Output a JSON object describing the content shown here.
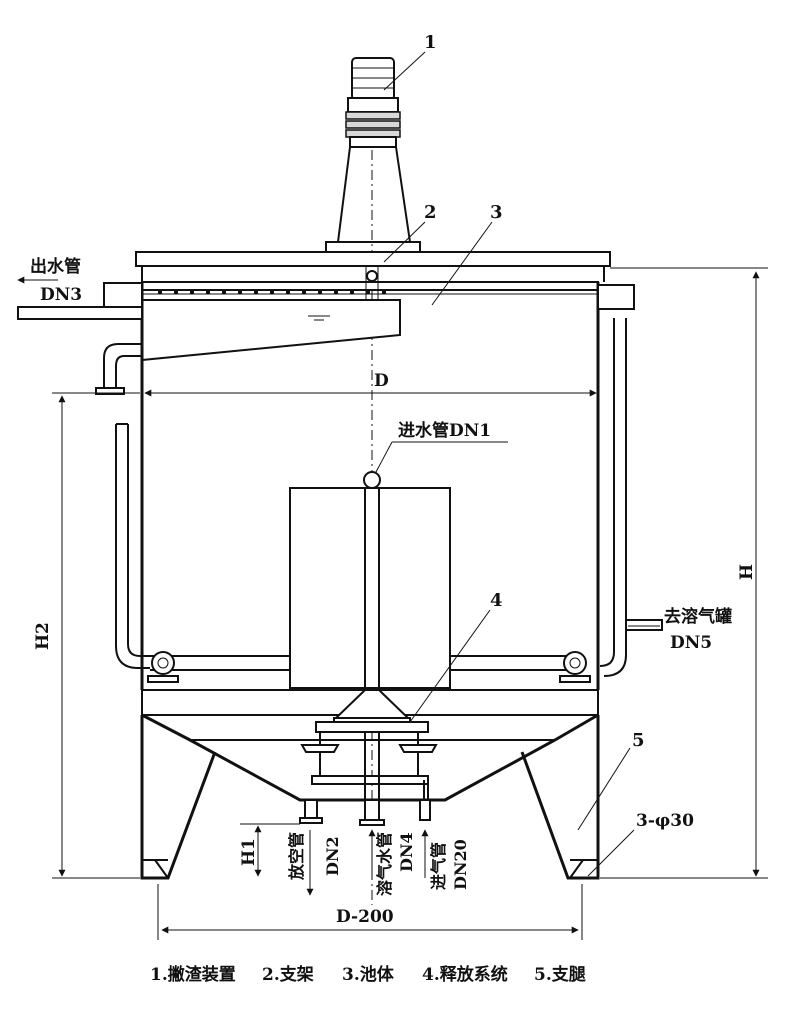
{
  "callouts": {
    "c1": "1",
    "c2": "2",
    "c3": "3",
    "c4": "4",
    "c5": "5"
  },
  "labels": {
    "outlet_pipe": "出水管",
    "outlet_dn": "DN3",
    "inlet_pipe": "进水管DN1",
    "to_tank": "去溶气罐",
    "to_tank_dn": "DN5",
    "drain_pipe": "放空管",
    "drain_dn": "DN2",
    "dissolved_water_pipe": "溶气水管",
    "dissolved_water_dn": "DN4",
    "air_inlet_pipe": "进气管",
    "air_inlet_dn": "DN20",
    "holes": "3-φ30"
  },
  "dimensions": {
    "d": "D",
    "d_200": "D-200",
    "h": "H",
    "h2": "H2",
    "h1": "H1"
  },
  "caption": {
    "item1": "1.撇渣装置",
    "item2": "2.支架",
    "item3": "3.池体",
    "item4": "4.释放系统",
    "item5": "5.支腿"
  }
}
